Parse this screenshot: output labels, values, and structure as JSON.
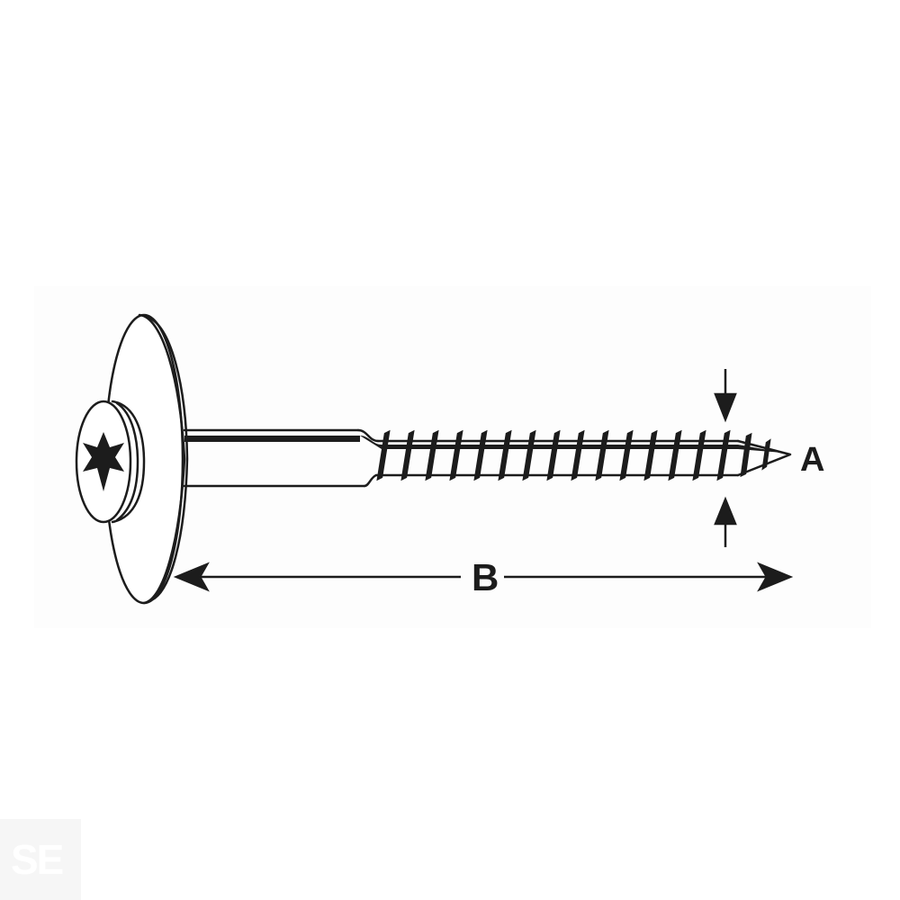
{
  "diagram": {
    "subject": "Washer-head wood screw with Torx drive",
    "dimension_labels": {
      "A": "A",
      "B": "B"
    },
    "dimension_meanings": {
      "A": "thread diameter",
      "B": "screw length"
    },
    "drive_type": "torx-star-icon",
    "thread_crest_count": 18,
    "colors": {
      "line": "#1c1c1c",
      "background": "#ffffff",
      "panel": "#fdfdfd"
    }
  },
  "watermark": {
    "text": "SE"
  }
}
